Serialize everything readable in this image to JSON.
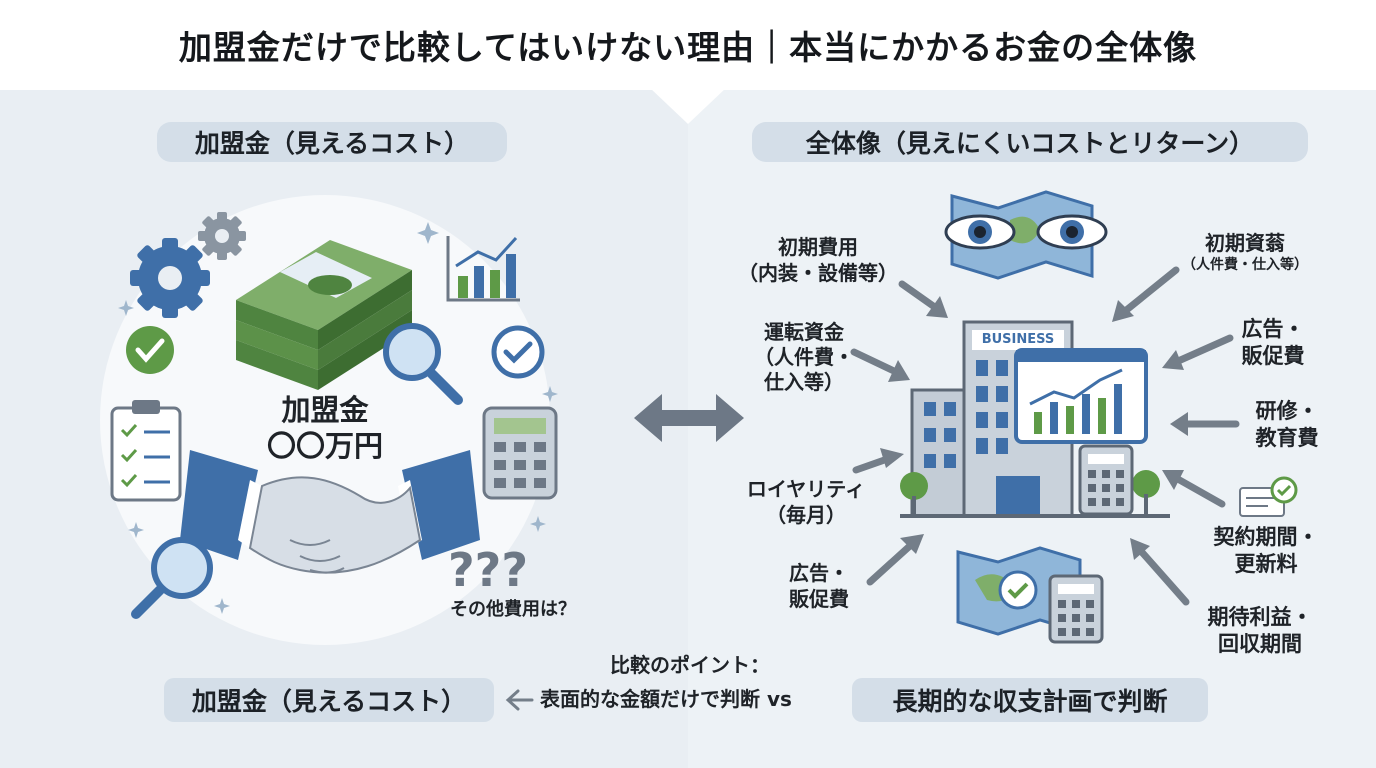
{
  "title": "加盟金だけで比較してはいけない理由｜本当にかかるお金の全体像",
  "left_heading": "加盟金（見えるコスト）",
  "right_heading": "全体像（見えにくいコストとリターン）",
  "left_center": {
    "line1": "加盟金",
    "line2": "〇〇万円"
  },
  "left_caption": "その他費用は？",
  "business_sign": "BUSINESS",
  "right_labels": {
    "initial_cost": {
      "line1": "初期費用",
      "line2": "（内装・設備等）"
    },
    "working_capital": {
      "line1": "運転資金",
      "line2": "（人件費・",
      "line3": "仕入等）"
    },
    "royalty": {
      "line1": "ロイヤリティ",
      "line2": "（毎月）"
    },
    "ad_left": {
      "line1": "広告・",
      "line2": "販促費"
    },
    "initial_funds": {
      "line1": "初期資蓊",
      "line2": "（人件費・仕入等）"
    },
    "ad_right": {
      "line1": "広告・",
      "line2": "販促費"
    },
    "training": {
      "line1": "研修・",
      "line2": "教育費"
    },
    "contract": {
      "line1": "契約期間・",
      "line2": "更新料"
    },
    "profit": {
      "line1": "期待利益・",
      "line2": "回収期間"
    }
  },
  "bottom": {
    "left_pill": "加盟金（見えるコスト）",
    "point_title": "比較のポイント：",
    "point_text": "表面的な金額だけで判断 vs",
    "right_pill": "長期的な収支計画で判断"
  },
  "colors": {
    "blue": "#3f6fa8",
    "green": "#5e9a47",
    "arrow": "#747e89",
    "pill": "#d4dee8"
  }
}
